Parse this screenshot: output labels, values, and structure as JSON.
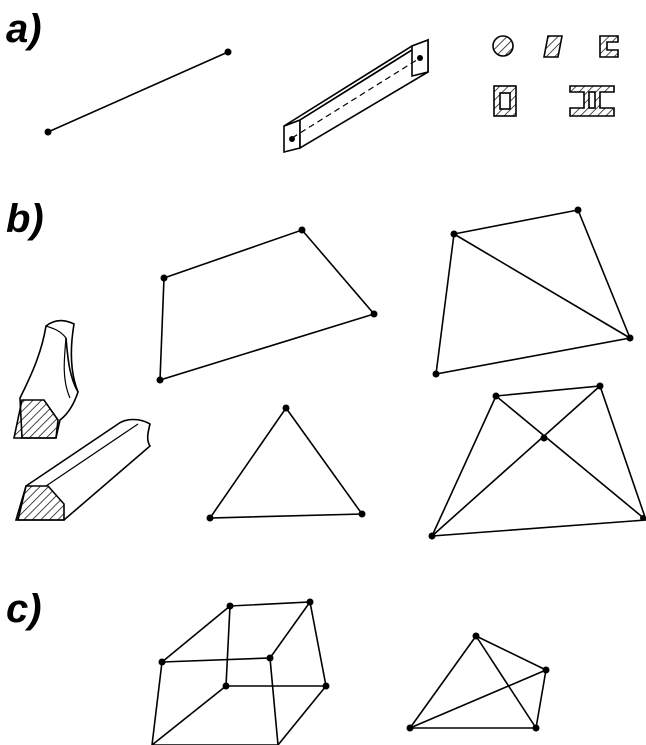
{
  "labels": {
    "a": "a)",
    "b": "b)",
    "c": "c)"
  },
  "colors": {
    "ink": "#000000",
    "background": "#ffffff"
  },
  "sections": {
    "a": [
      "line-element",
      "beam-element",
      "cross-sections"
    ],
    "b": [
      "curved-shell",
      "straight-shell",
      "quadrilateral",
      "triangle",
      "quadrilateral-split",
      "quadrilateral-crossed"
    ],
    "c": [
      "hexahedron",
      "tetrahedron"
    ]
  }
}
